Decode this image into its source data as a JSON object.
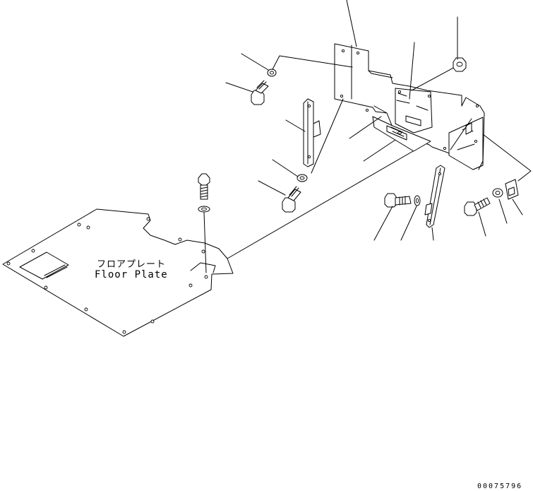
{
  "labels": {
    "part_name_jp": "フロアプレート",
    "part_name_en": "Floor Plate"
  },
  "drawing_number": "00075796",
  "colors": {
    "line": "#000000",
    "background": "#ffffff"
  }
}
